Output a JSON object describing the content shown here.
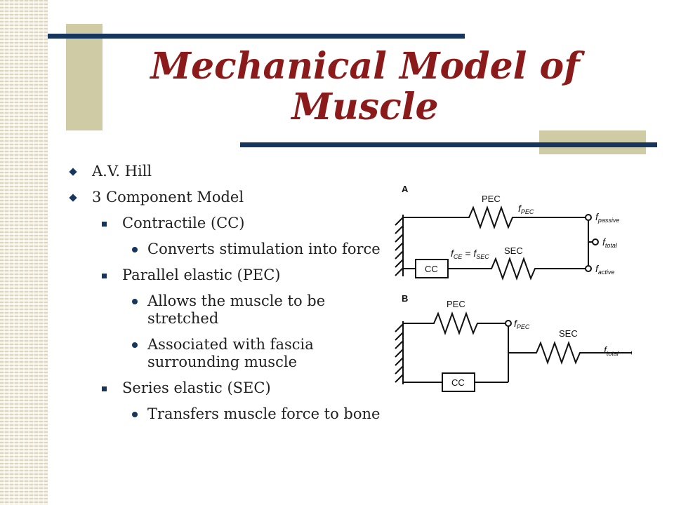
{
  "slide": {
    "title": "Mechanical Model of Muscle",
    "bullets": [
      {
        "level": 1,
        "text": "A.V. Hill"
      },
      {
        "level": 1,
        "text": "3 Component Model"
      },
      {
        "level": 2,
        "text": "Contractile (CC)"
      },
      {
        "level": 3,
        "text": "Converts stimulation into force"
      },
      {
        "level": 2,
        "text": "Parallel elastic (PEC)"
      },
      {
        "level": 3,
        "text": "Allows the muscle to be stretched"
      },
      {
        "level": 3,
        "text": "Associated with fascia surrounding muscle"
      },
      {
        "level": 2,
        "text": "Series elastic (SEC)"
      },
      {
        "level": 3,
        "text": "Transfers muscle force to bone"
      }
    ]
  },
  "diagram": {
    "panel_a": {
      "label": "A",
      "pec": "PEC",
      "sec": "SEC",
      "cc": "CC",
      "f": "f",
      "f_pec_sub": "PEC",
      "f_ce": "CE",
      "eq": " = ",
      "f_sec_sub": "SEC",
      "passive": "passive",
      "total": "total",
      "active": "active"
    },
    "panel_b": {
      "label": "B",
      "pec": "PEC",
      "sec": "SEC",
      "cc": "CC",
      "f": "f",
      "f_pec_sub": "PEC",
      "total": "total"
    }
  },
  "colors": {
    "title": "#8b1a1a",
    "accent_bar": "#17365d",
    "accent_block": "#cfcca5"
  }
}
